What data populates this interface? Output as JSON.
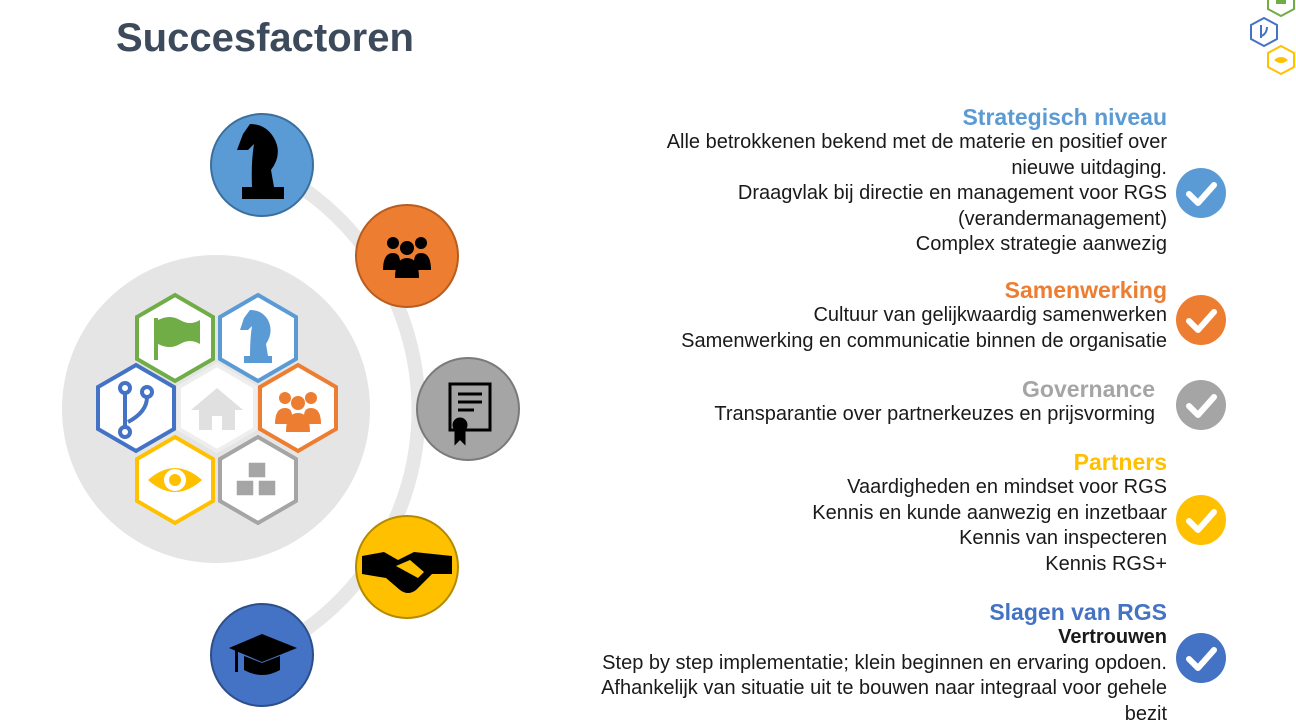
{
  "title": "Succesfactoren",
  "colors": {
    "blue_light": "#5b9bd5",
    "orange": "#ed7d31",
    "gray": "#a5a5a5",
    "yellow": "#ffc000",
    "blue_dark": "#4472c4",
    "green": "#70ad47",
    "title": "#3d4a5c"
  },
  "wheel_icons": [
    "chess-knight-icon",
    "people-group-icon",
    "certificate-icon",
    "handshake-icon",
    "graduation-cap-icon"
  ],
  "hexagon_icons": [
    "flag-icon",
    "chess-knight-icon",
    "branch-icon",
    "home-icon",
    "people-group-icon",
    "eye-icon",
    "cubes-icon"
  ],
  "sections": [
    {
      "heading": "Strategisch niveau",
      "color": "#5b9bd5",
      "lines": [
        "Alle betrokkenen bekend met de materie en positief over",
        "nieuwe uitdaging.",
        "Draagvlak bij directie en management voor RGS",
        "(verandermanagement)",
        "Complex strategie aanwezig"
      ]
    },
    {
      "heading": "Samenwerking",
      "color": "#ed7d31",
      "lines": [
        "Cultuur van gelijkwaardig samenwerken",
        "Samenwerking en communicatie binnen de organisatie"
      ]
    },
    {
      "heading": "Governance",
      "color": "#a5a5a5",
      "lines": [
        "Transparantie over partnerkeuzes en prijsvorming"
      ]
    },
    {
      "heading": "Partners",
      "color": "#ffc000",
      "lines": [
        "Vaardigheden en mindset voor RGS",
        "Kennis en kunde aanwezig en inzetbaar",
        "Kennis van inspecteren",
        "Kennis RGS+"
      ]
    },
    {
      "heading": "Slagen van RGS",
      "color": "#4472c4",
      "bold_line": "Vertrouwen",
      "lines": [
        "Step by step implementatie; klein beginnen en ervaring opdoen.",
        "Afhankelijk van situatie uit te bouwen naar integraal voor gehele",
        "bezit"
      ]
    }
  ]
}
